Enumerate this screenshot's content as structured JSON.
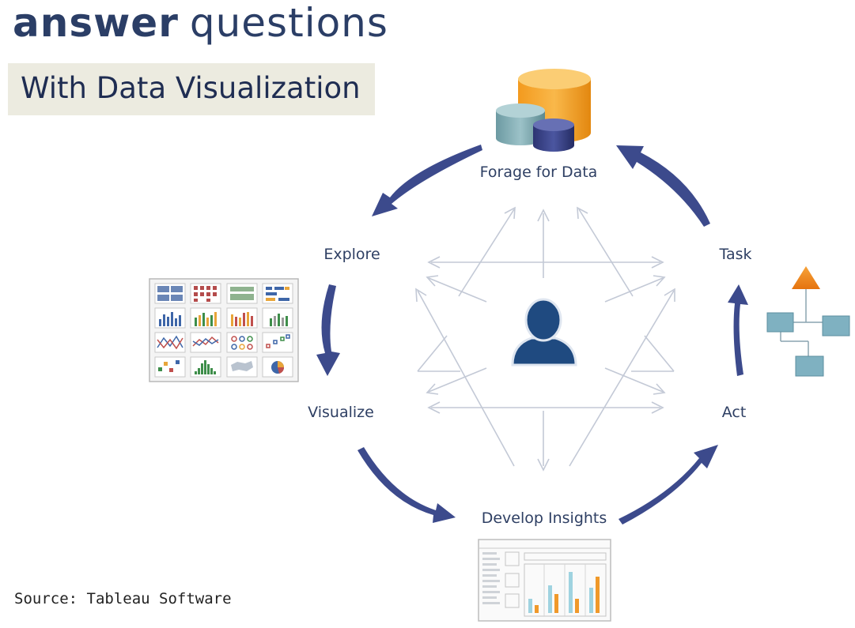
{
  "header": {
    "title_bold": "answer",
    "title_light": "questions",
    "subtitle": "With Data Visualization"
  },
  "diagram": {
    "nodes": {
      "forage": "Forage for Data",
      "explore": "Explore",
      "visualize": "Visualize",
      "insights": "Develop Insights",
      "act": "Act",
      "task": "Task"
    }
  },
  "footer": {
    "source": "Source: Tableau Software"
  },
  "colors": {
    "title": "#2b3e66",
    "arrow": "#3c4a8c",
    "label": "#2e3f63",
    "subtitle_bg": "#ecebe0",
    "person": "#1f4a80",
    "connector": "#c3c9d6"
  }
}
